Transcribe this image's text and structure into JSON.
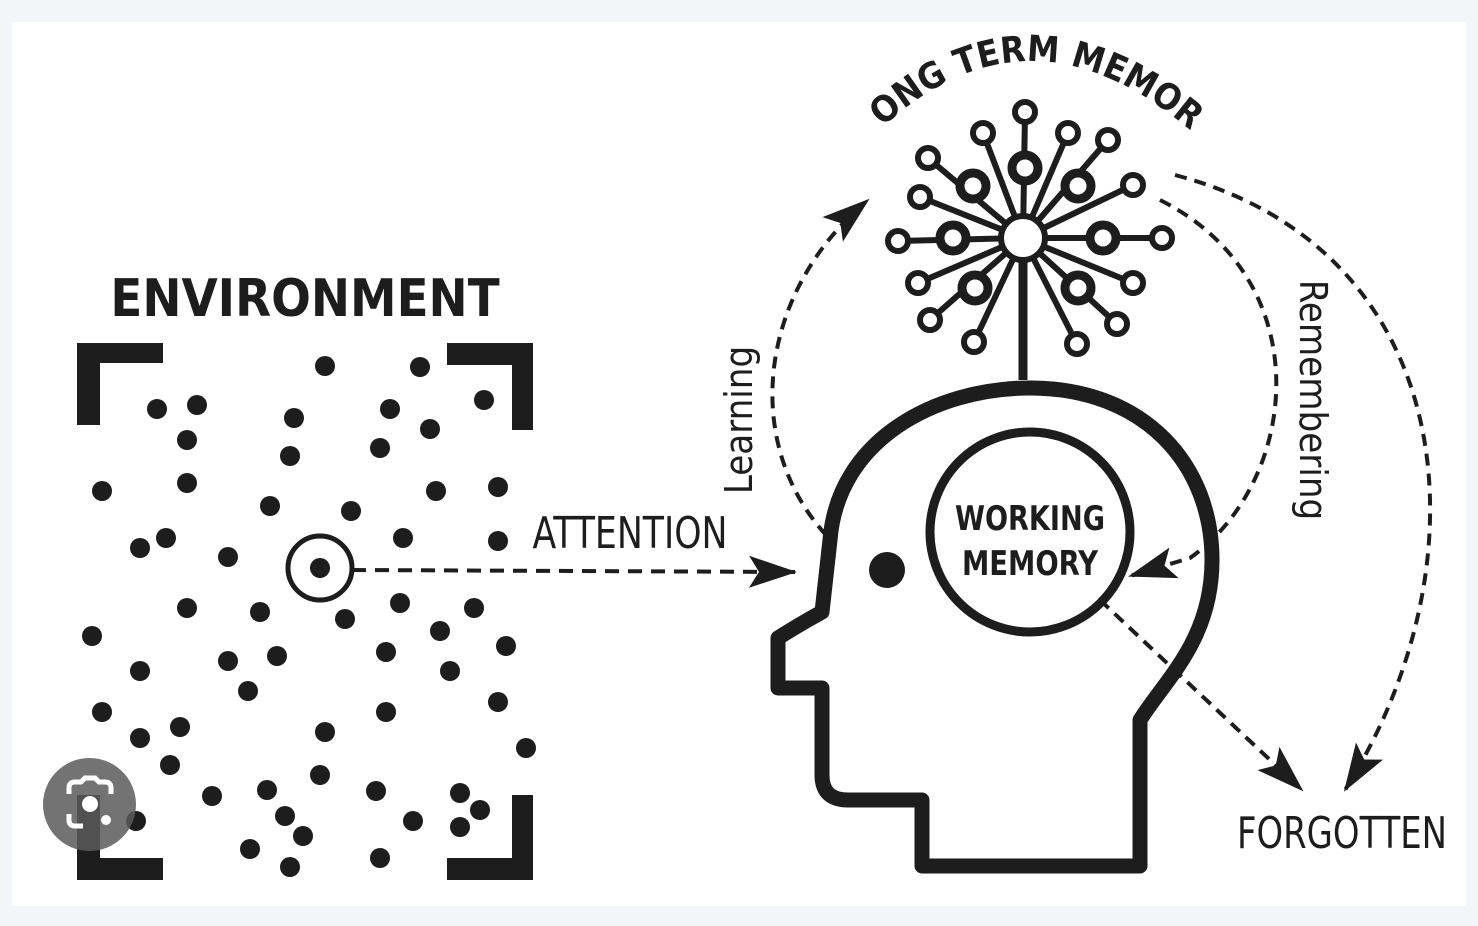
{
  "diagram": {
    "environment_label": "ENVIRONMENT",
    "attention_label": "ATTENTION",
    "learning_label": "Learning",
    "remembering_label": "Remembering",
    "long_term_memory_label": "LONG TERM MEMORY",
    "working_memory_label_line1": "WORKING",
    "working_memory_label_line2": "MEMORY",
    "forgotten_label": "FORGOTTEN"
  },
  "overlay": {
    "lens_button_icon": "google-lens-icon"
  },
  "colors": {
    "ink": "#1d1d1d",
    "background": "#ffffff",
    "page": "#f3f5f8"
  }
}
